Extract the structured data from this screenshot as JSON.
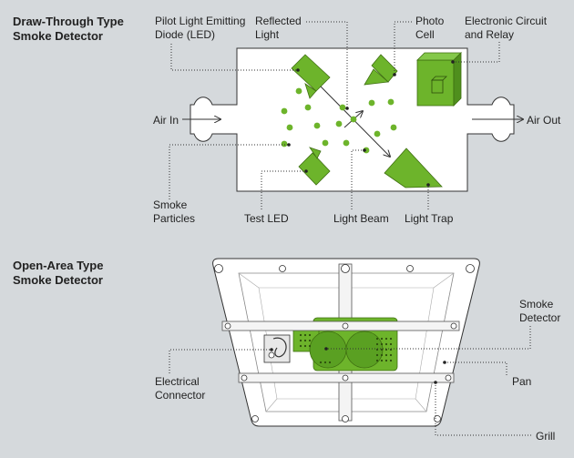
{
  "top_diagram": {
    "title": "Draw-Through Type\nSmoke Detector",
    "labels": {
      "pilot_led": "Pilot Light Emitting\nDiode (LED)",
      "reflected_light": "Reflected\nLight",
      "photo_cell": "Photo\nCell",
      "circuit_relay": "Electronic Circuit\nand Relay",
      "air_in": "Air In",
      "air_out": "Air Out",
      "smoke_particles": "Smoke\nParticles",
      "test_led": "Test LED",
      "light_beam": "Light Beam",
      "light_trap": "Light Trap"
    }
  },
  "bottom_diagram": {
    "title": "Open-Area Type\nSmoke Detector",
    "labels": {
      "smoke_detector": "Smoke\nDetector",
      "pan": "Pan",
      "electrical_connector": "Electrical\nConnector",
      "grill": "Grill"
    }
  },
  "colors": {
    "background": "#d5d9dc",
    "accent_green": "#6db42b",
    "outline": "#333333"
  }
}
